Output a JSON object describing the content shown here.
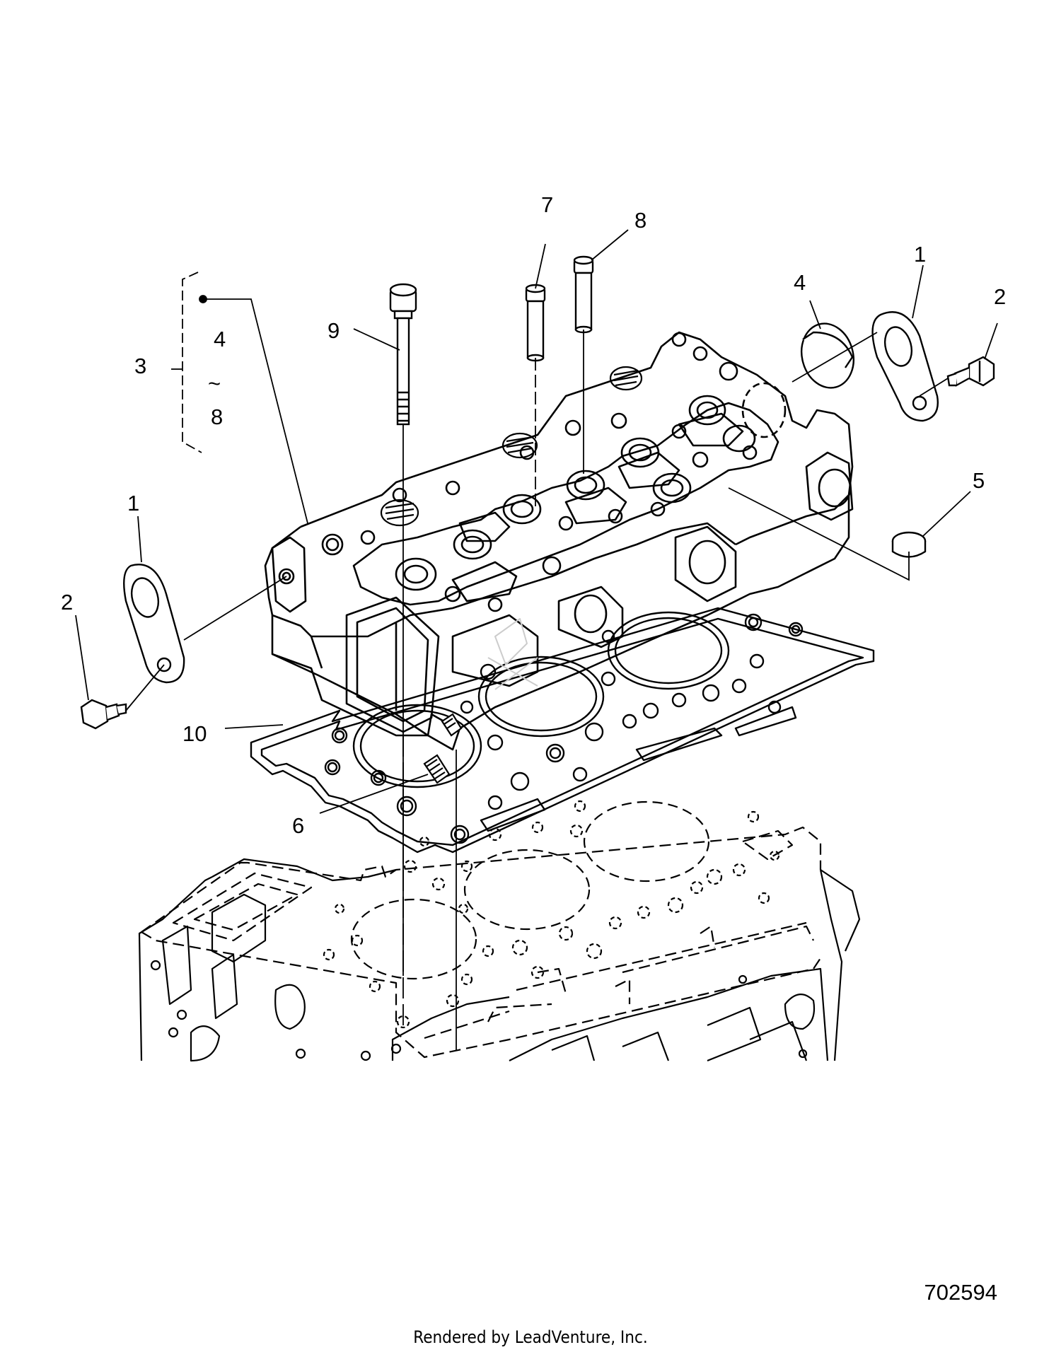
{
  "callouts": {
    "c1_right": "1",
    "c2_right": "2",
    "c1_left": "1",
    "c2_left": "2",
    "c3": "3",
    "c4_group": "4",
    "range_mark": "~",
    "c8_group": "8",
    "c4": "4",
    "c5": "5",
    "c6": "6",
    "c7": "7",
    "c8": "8",
    "c9": "9",
    "c10": "10"
  },
  "figure_number": "702594",
  "footer": "Rendered by LeadVenture, Inc."
}
